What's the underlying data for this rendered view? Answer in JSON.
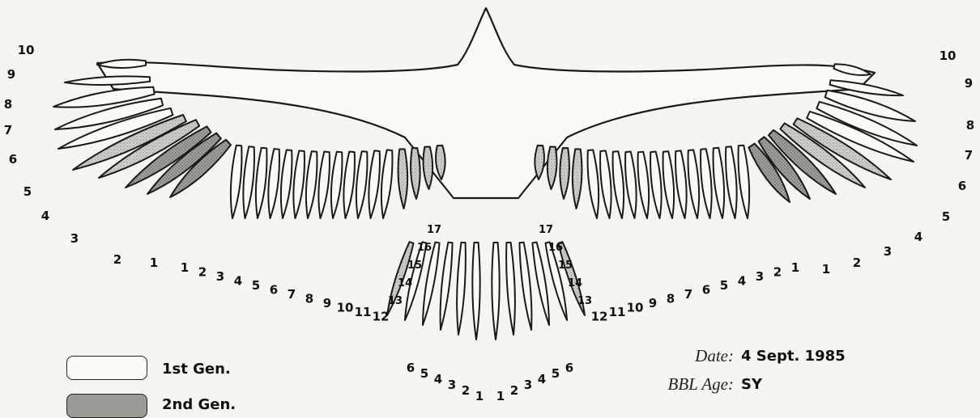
{
  "legend": [
    {
      "label": "1st Gen.",
      "pattern": "plain"
    },
    {
      "label": "2nd Gen.",
      "pattern": "stippled"
    }
  ],
  "info": {
    "date_label": "Date:",
    "date_value": "4 Sept. 1985",
    "age_label": "BBL Age:",
    "age_value": "SY"
  },
  "wing_labels": {
    "primaries": [
      "1",
      "2",
      "3",
      "4",
      "5",
      "6",
      "7",
      "8",
      "9",
      "10"
    ],
    "secondaries": [
      "1",
      "2",
      "3",
      "4",
      "5",
      "6",
      "7",
      "8",
      "9",
      "10",
      "11",
      "12",
      "13",
      "14",
      "15",
      "16",
      "17"
    ]
  },
  "tail_labels": [
    "1",
    "2",
    "3",
    "4",
    "5",
    "6"
  ],
  "colors": {
    "ink": "#1a1a1a",
    "first_gen_fill": "#fbfaf6",
    "second_gen_fill": "#9c9a95"
  }
}
